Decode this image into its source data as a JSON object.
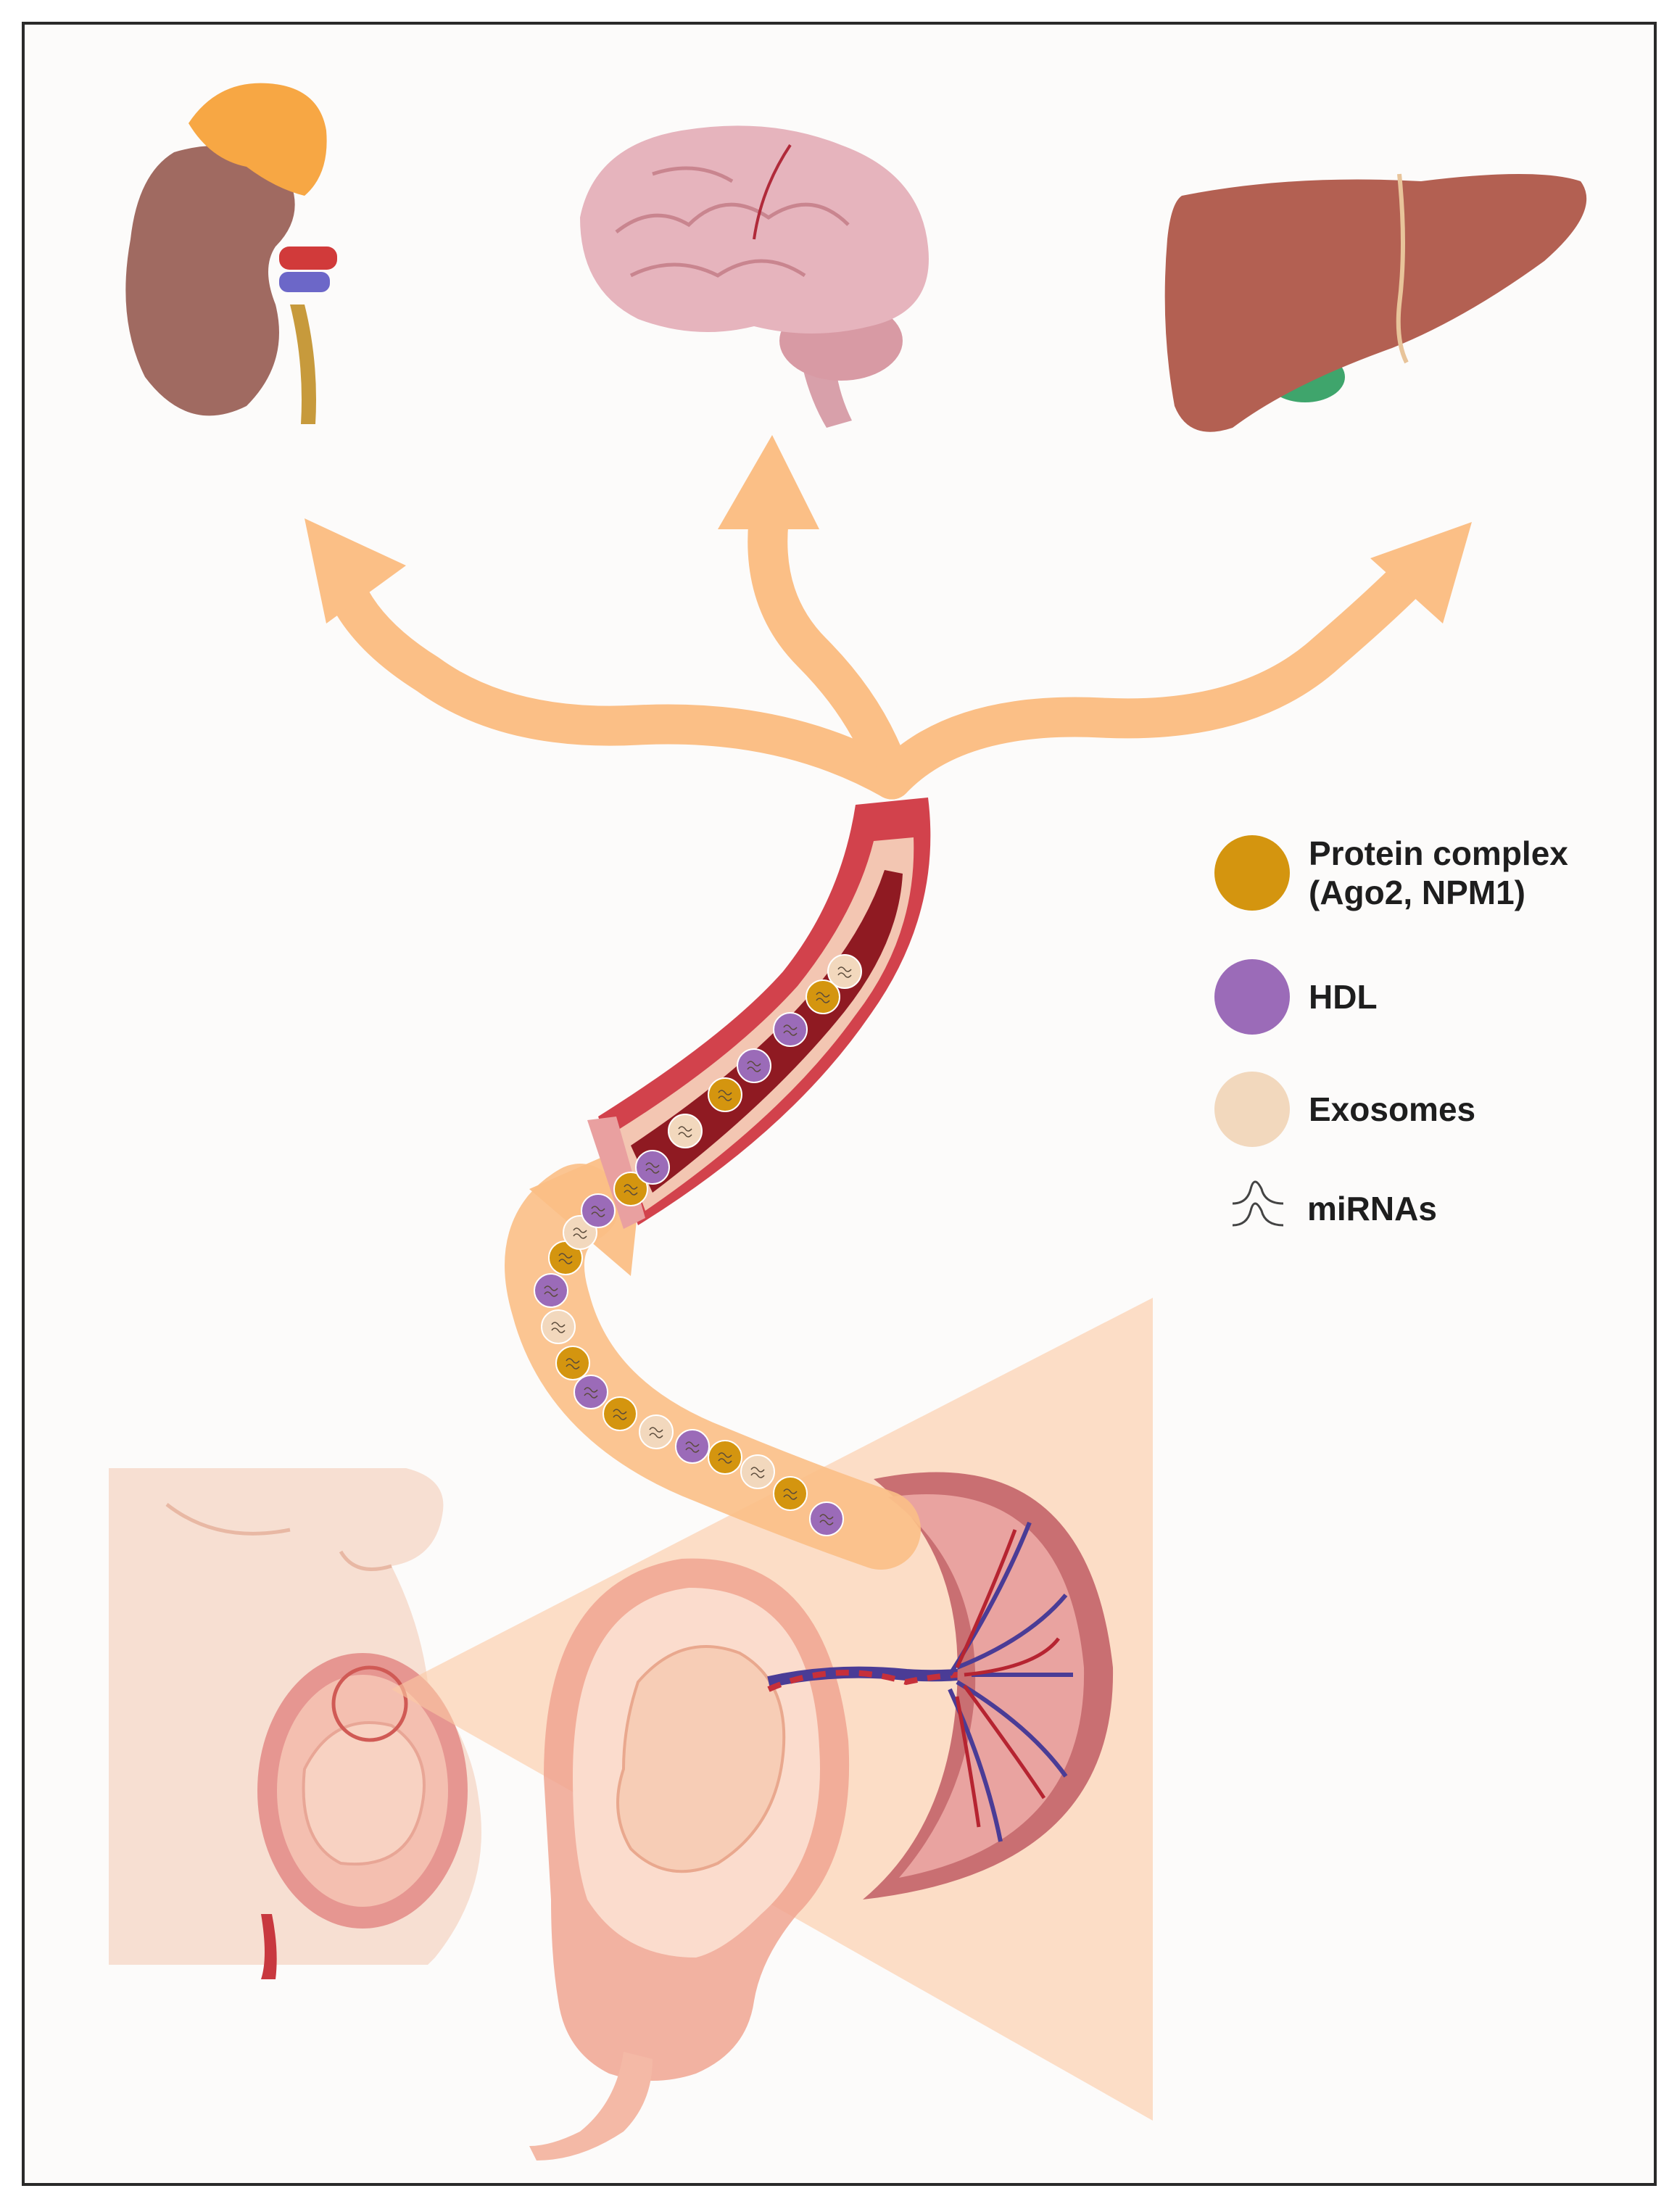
{
  "colors": {
    "arrow": "#fbbf86",
    "protein_complex": "#d4950f",
    "hdl": "#9b6bb8",
    "exosomes": "#f2d8bd",
    "vessel_wall": "#d2424c",
    "vessel_lumen": "#8f1a22",
    "kidney": "#a06a61",
    "adrenal": "#f7a744",
    "brain": "#e6b4bd",
    "liver": "#b36052",
    "gallbladder": "#3fa56c",
    "placenta": "#d98c8f",
    "skin": "#f6d6c4"
  },
  "legend": {
    "protein_complex": {
      "line1": "Protein complex",
      "line2": "(Ago2, NPM1)",
      "color": "#d4950f"
    },
    "hdl": {
      "label": "HDL",
      "color": "#9b6bb8"
    },
    "exosomes": {
      "label": "Exosomes",
      "color": "#f2d8bd"
    },
    "mirnas": {
      "label": "miRNAs",
      "icon": "mirna-icon"
    }
  },
  "organs": [
    "kidney-adrenal-icon",
    "brain-icon",
    "liver-icon"
  ],
  "carrier_sequence": [
    "hdl",
    "protein",
    "exosome",
    "protein",
    "hdl",
    "exosome",
    "protein",
    "hdl",
    "protein",
    "exosome",
    "hdl",
    "protein",
    "exosome",
    "hdl",
    "protein",
    "hdl",
    "exosome",
    "protein",
    "hdl"
  ]
}
